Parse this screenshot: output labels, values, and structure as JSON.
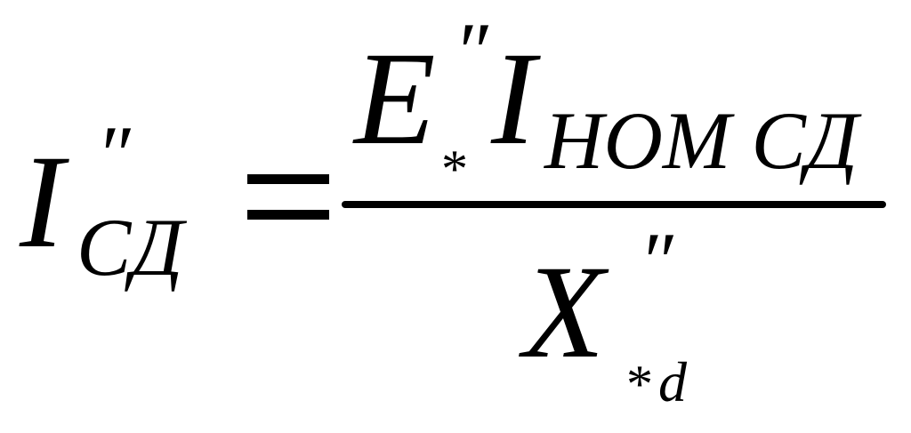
{
  "formula": {
    "lhs": {
      "symbol": "I",
      "prime": "″",
      "subscript": "СД"
    },
    "equals": "=",
    "numerator": {
      "emf_symbol": "E",
      "emf_prime": "″",
      "emf_star": "*",
      "current_symbol": "I",
      "current_subscript": "НОМ СД"
    },
    "denominator": {
      "reactance_symbol": "X",
      "reactance_prime": "″",
      "reactance_star": "*",
      "reactance_subscript": "d"
    }
  }
}
